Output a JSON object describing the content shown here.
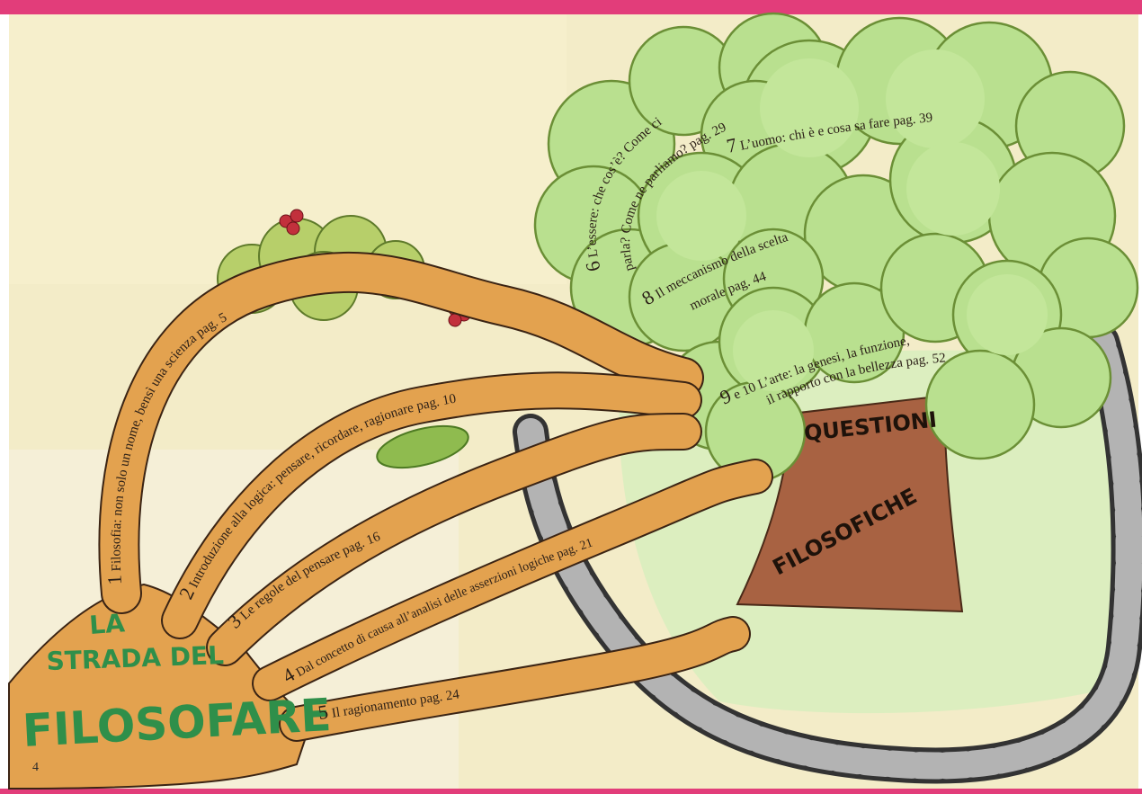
{
  "title": {
    "line1": "LA",
    "line2": "STRADA DEL",
    "line3": "FILOSOFARE"
  },
  "trunk_label": {
    "line1": "QUESTIONI",
    "line2": "FILOSOFICHE"
  },
  "chapters": [
    {
      "num": "1",
      "text": "Filosofia: non solo un nome, bensì una scienza pag. 5"
    },
    {
      "num": "2",
      "text": "Introduzione alla logica: pensare, ricordare, ragionare pag. 10"
    },
    {
      "num": "3",
      "text": "Le regole del pensare pag. 16"
    },
    {
      "num": "4",
      "text": "Dal concetto di causa all’analisi delle asserzioni logiche pag. 21"
    },
    {
      "num": "5",
      "text": "Il ragionamento pag. 24"
    },
    {
      "num": "6",
      "line1": "L’essere: che cos’è? Come ci",
      "line2": "parla? Come ne parliamo? pag. 29"
    },
    {
      "num": "7",
      "text": "L’uomo: chi è e cosa sa fare pag. 39"
    },
    {
      "num": "8",
      "line1": "Il meccanismo della scelta",
      "line2": "morale pag. 44"
    },
    {
      "num": "9",
      "connector": "e 10",
      "line1": "L’arte: la genesi, la funzione,",
      "line2": "il rapporto con la bellezza pag. 52"
    }
  ],
  "page_number": "4",
  "colors": {
    "frame": "#e23d7a",
    "paper": "#f3ecc8",
    "branch": "#e3a24f",
    "trunk": "#a86242",
    "foliage": "#b9e08f",
    "road": "#9a9a9a",
    "grass": "#dceebf"
  }
}
